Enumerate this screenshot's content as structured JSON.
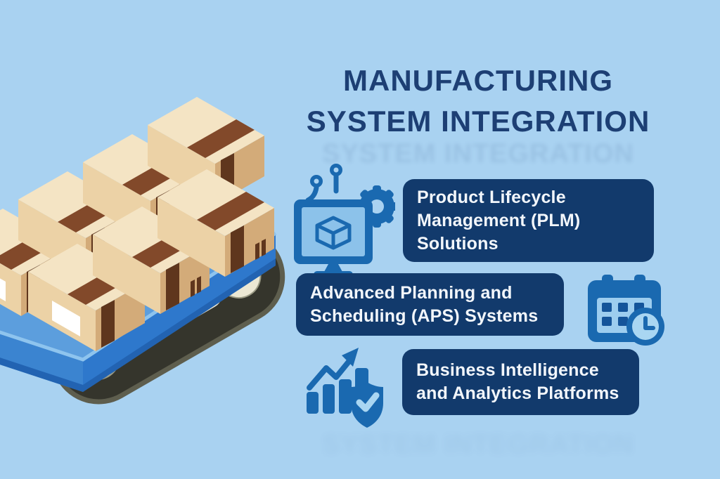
{
  "title": {
    "line1": "MANUFACTURING",
    "line2": "SYSTEM INTEGRATION",
    "ghost_text": "SYSTEM INTEGRATION"
  },
  "cards": [
    {
      "id": "plm",
      "full_label": "Product Lifecycle Management (PLM) Solutions",
      "lines": [
        "Product Lifecycle",
        "Management (PLM)",
        "Solutions"
      ],
      "icon": "computer-cube-gear-icon"
    },
    {
      "id": "aps",
      "full_label": "Advanced Planning and Scheduling (APS) Systems",
      "lines": [
        "Advanced Planning and",
        "Scheduling (APS) Systems"
      ],
      "icon": "calendar-clock-icon"
    },
    {
      "id": "bi",
      "full_label": "Business Intelligence and Analytics Platforms",
      "lines": [
        "Business Intelligence",
        "and Analytics Platforms"
      ],
      "icon": "analytics-growth-shield-icon"
    }
  ],
  "illustration": {
    "name": "conveyor-belt-with-cardboard-boxes",
    "description": "Isometric blue tracked conveyor platform carrying two rows of taped cardboard boxes"
  },
  "colors": {
    "background": "#a9d2f1",
    "title_text": "#1d3f74",
    "card_background": "#123a6c",
    "card_text": "#f2f6fb",
    "icon_blue": "#1a69b0",
    "icon_light": "#a9d6f2",
    "screen_blue": "#8cc2ea",
    "calendar_inner": "#9dcdef",
    "calendar_square": "#14549a",
    "box_top": "#f4e4c4",
    "box_left": "#ecd2a6",
    "box_right": "#d3ab79",
    "tape_top": "#82492a",
    "tape_side": "#5f361d",
    "deck_top": "#5c9edd",
    "deck_front": "#3b84d0",
    "deck_right": "#2e78cc",
    "deck_rim": "#2263b2",
    "track_dark": "#35352c",
    "track_rim": "#5e5e4e",
    "track_cream": "#ece8d4",
    "wheel_hub": "#c6c0a6"
  }
}
